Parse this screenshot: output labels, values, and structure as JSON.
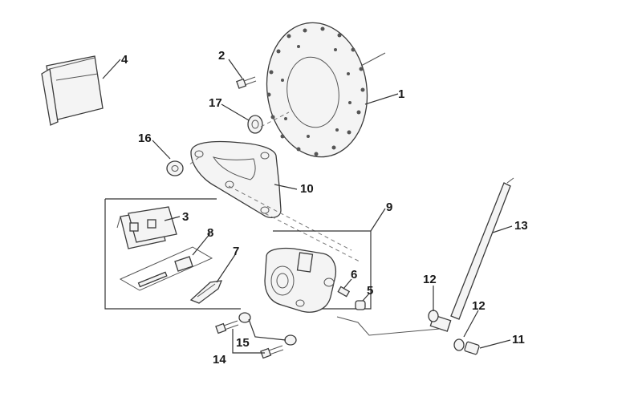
{
  "labels": {
    "l1": "1",
    "l2": "2",
    "l3": "3",
    "l4": "4",
    "l5": "5",
    "l6": "6",
    "l7": "7",
    "l8": "8",
    "l9": "9",
    "l10": "10",
    "l11": "11",
    "l12a": "12",
    "l12b": "12",
    "l13": "13",
    "l14": "14",
    "l15": "15",
    "l16": "16",
    "l17": "17"
  }
}
